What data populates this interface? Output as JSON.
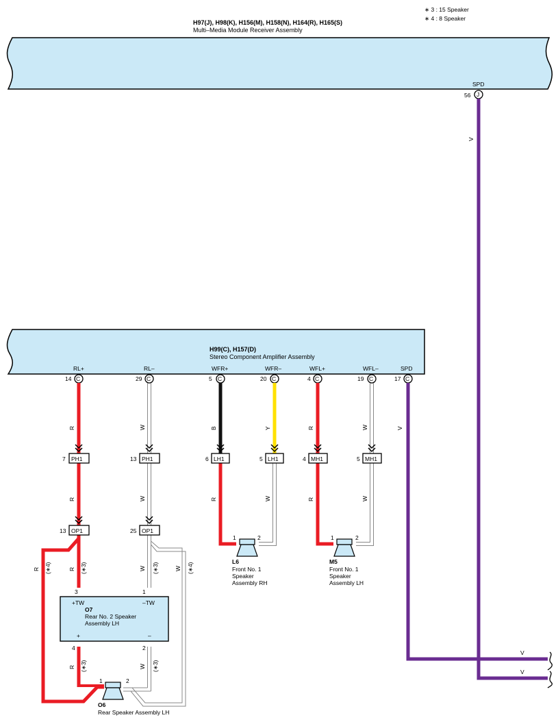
{
  "notes": [
    "∗ 3 : 15 Speaker",
    "∗ 4 : 8 Speaker"
  ],
  "receiver": {
    "ids": "H97(J), H98(K), H156(M), H158(N), H164(R), H165(S)",
    "name": "Multi–Media Module Receiver Assembly",
    "pin_label": "SPD",
    "pin_num": "56",
    "pin_conn": "J"
  },
  "amplifier": {
    "ids": "H99(C), H157(D)",
    "name": "Stereo Component Amplifier Assembly",
    "pins": [
      {
        "label": "RL+",
        "num": "14",
        "conn": "C"
      },
      {
        "label": "RL–",
        "num": "29",
        "conn": "C"
      },
      {
        "label": "WFR+",
        "num": "5",
        "conn": "C"
      },
      {
        "label": "WFR–",
        "num": "20",
        "conn": "C"
      },
      {
        "label": "WFL+",
        "num": "4",
        "conn": "C"
      },
      {
        "label": "WFL–",
        "num": "19",
        "conn": "C"
      },
      {
        "label": "SPD",
        "num": "17",
        "conn": "C"
      }
    ]
  },
  "wire_colors": {
    "V": "V",
    "R": "R",
    "W": "W",
    "B": "B",
    "Y": "Y",
    "star3": "(∗3)",
    "star4": "(∗4)"
  },
  "connectors": [
    {
      "num": "7",
      "name": "PH1"
    },
    {
      "num": "13",
      "name": "PH1"
    },
    {
      "num": "6",
      "name": "LH1"
    },
    {
      "num": "5",
      "name": "LH1"
    },
    {
      "num": "4",
      "name": "MH1"
    },
    {
      "num": "5",
      "name": "MH1"
    },
    {
      "num": "13",
      "name": "OP1"
    },
    {
      "num": "25",
      "name": "OP1"
    }
  ],
  "speakers": {
    "l6": {
      "id": "L6",
      "l1": "Front No.  1",
      "l2": "Speaker",
      "l3": "Assembly RH",
      "p1": "1",
      "p2": "2"
    },
    "m5": {
      "id": "M5",
      "l1": "Front No.  1",
      "l2": "Speaker",
      "l3": "Assembly LH",
      "p1": "1",
      "p2": "2"
    },
    "o6": {
      "id": "O6",
      "l1": "Rear Speaker Assembly LH",
      "p1": "1",
      "p2": "2"
    },
    "o7": {
      "id": "O7",
      "l1": "Rear No.  2 Speaker",
      "l2": "Assembly LH",
      "tw_plus": "+TW",
      "tw_minus": "–TW",
      "plus": "+",
      "minus": "–",
      "p3": "3",
      "p1": "1",
      "p4": "4",
      "p2": "2"
    }
  },
  "colors": {
    "box_fill": "#cbe9f7",
    "violet": "#6a2c91",
    "red": "#ea1c24",
    "black": "#111111",
    "yellow": "#ffe100",
    "white_wire_edge": "#888888"
  }
}
